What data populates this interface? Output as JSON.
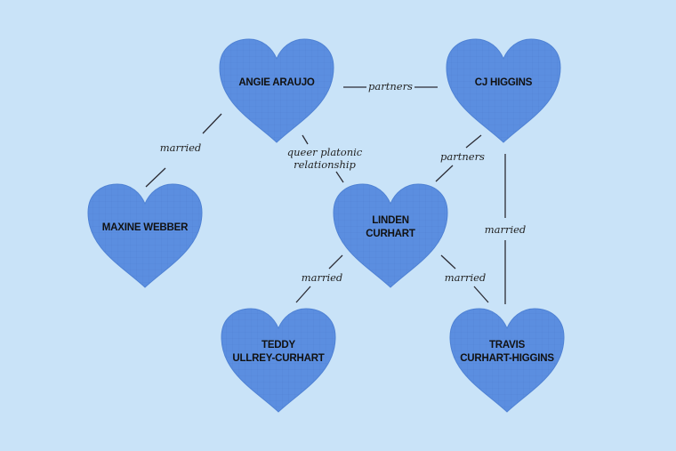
{
  "diagram": {
    "background": "#c9e3f8",
    "heart_color": "#5b8ee0",
    "nodes": [
      {
        "id": "angie",
        "label": "ANGIE ARAUJO"
      },
      {
        "id": "cj",
        "label": "CJ HIGGINS"
      },
      {
        "id": "maxine",
        "label": "MAXINE WEBBER"
      },
      {
        "id": "linden",
        "label": "LINDEN\nCURHART"
      },
      {
        "id": "teddy",
        "label": "TEDDY\nULLREY-CURHART"
      },
      {
        "id": "travis",
        "label": "TRAVIS\nCURHART-HIGGINS"
      }
    ],
    "edges": [
      {
        "from": "angie",
        "to": "cj",
        "label": "partners"
      },
      {
        "from": "angie",
        "to": "maxine",
        "label": "married"
      },
      {
        "from": "angie",
        "to": "linden",
        "label": "queer platonic\nrelationship"
      },
      {
        "from": "cj",
        "to": "linden",
        "label": "partners"
      },
      {
        "from": "cj",
        "to": "travis",
        "label": "married"
      },
      {
        "from": "linden",
        "to": "teddy",
        "label": "married"
      },
      {
        "from": "linden",
        "to": "travis",
        "label": "married"
      }
    ]
  }
}
